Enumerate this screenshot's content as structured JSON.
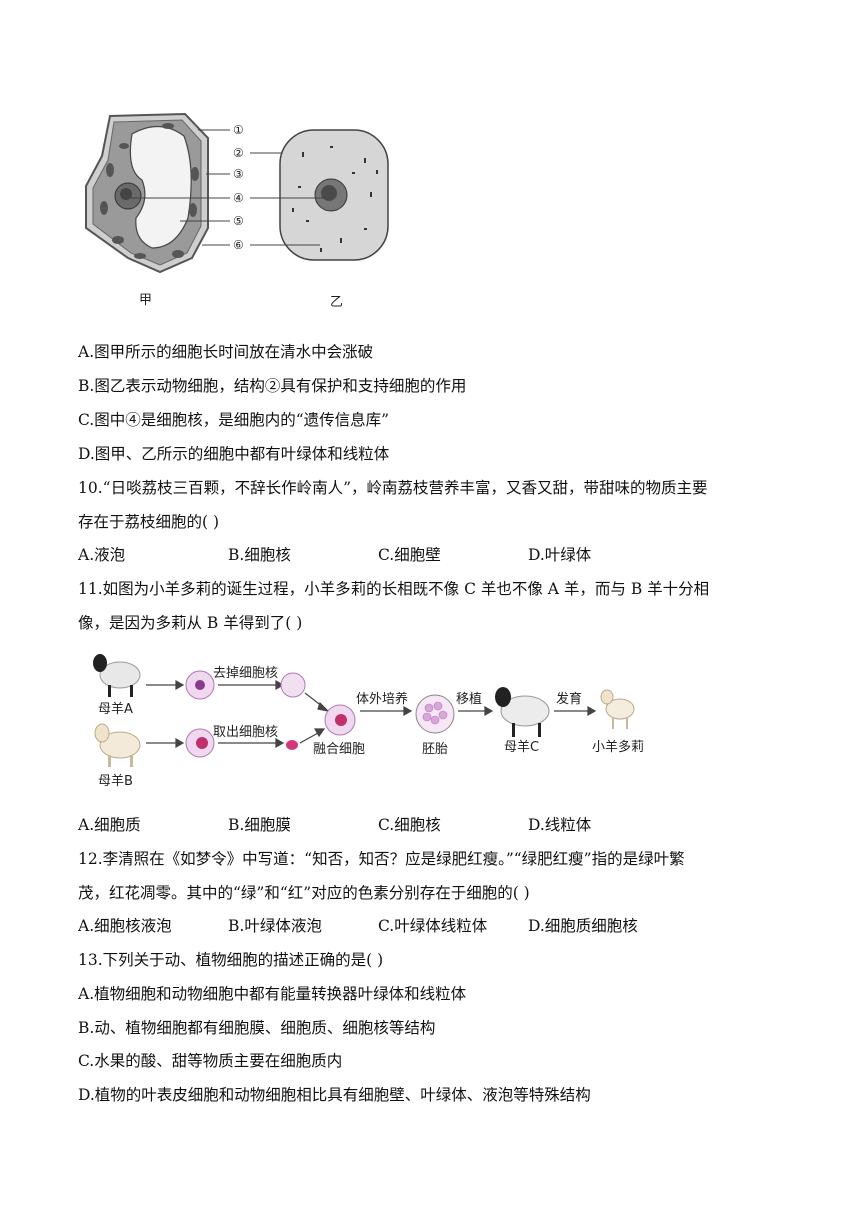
{
  "figure1": {
    "labels": [
      "①",
      "②",
      "③",
      "④",
      "⑤",
      "⑥"
    ],
    "cell_a_caption": "甲",
    "cell_b_caption": "乙"
  },
  "q9_options": [
    "A.图甲所示的细胞长时间放在清水中会涨破",
    "B.图乙表示动物细胞，结构②具有保护和支持细胞的作用",
    "C.图中④是细胞核，是细胞内的“遗传信息库”",
    "D.图甲、乙所示的细胞中都有叶绿体和线粒体"
  ],
  "q10": {
    "line1": "10.“日啖荔枝三百颗，不辞长作岭南人”，岭南荔枝营养丰富，又香又甜，带甜味的物质主要",
    "line2": "存在于荔枝细胞的(   )",
    "options": [
      "A.液泡",
      "B.细胞核",
      "C.细胞壁",
      "D.叶绿体"
    ]
  },
  "q11": {
    "line1": "11.如图为小羊多莉的诞生过程，小羊多莉的长相既不像 C 羊也不像 A 羊，而与 B 羊十分相",
    "line2": "像，是因为多莉从 B 羊得到了(   )",
    "figure": {
      "sheep_a": "母羊A",
      "sheep_b": "母羊B",
      "remove_nucleus": "去掉细胞核",
      "take_nucleus": "取出细胞核",
      "fused_cell": "融合细胞",
      "culture": "体外培养",
      "embryo": "胚胎",
      "transplant": "移植",
      "sheep_c": "母羊C",
      "develop": "发育",
      "dolly": "小羊多莉"
    },
    "options": [
      "A.细胞质",
      "B.细胞膜",
      "C.细胞核",
      "D.线粒体"
    ]
  },
  "q12": {
    "line1": "12.李清照在《如梦令》中写道：“知否，知否？应是绿肥红瘦。”“绿肥红瘦”指的是绿叶繁",
    "line2": "茂，红花凋零。其中的“绿”和“红”对应的色素分别存在于细胞的(   )",
    "options": [
      "A.细胞核液泡",
      "B.叶绿体液泡",
      "C.叶绿体线粒体",
      "D.细胞质细胞核"
    ]
  },
  "q13": {
    "line1": "13.下列关于动、植物细胞的描述正确的是(   )",
    "options": [
      "A.植物细胞和动物细胞中都有能量转换器叶绿体和线粒体",
      "B.动、植物细胞都有细胞膜、细胞质、细胞核等结构",
      "C.水果的酸、甜等物质主要在细胞质内",
      "D.植物的叶表皮细胞和动物细胞相比具有细胞壁、叶绿体、液泡等特殊结构"
    ]
  }
}
